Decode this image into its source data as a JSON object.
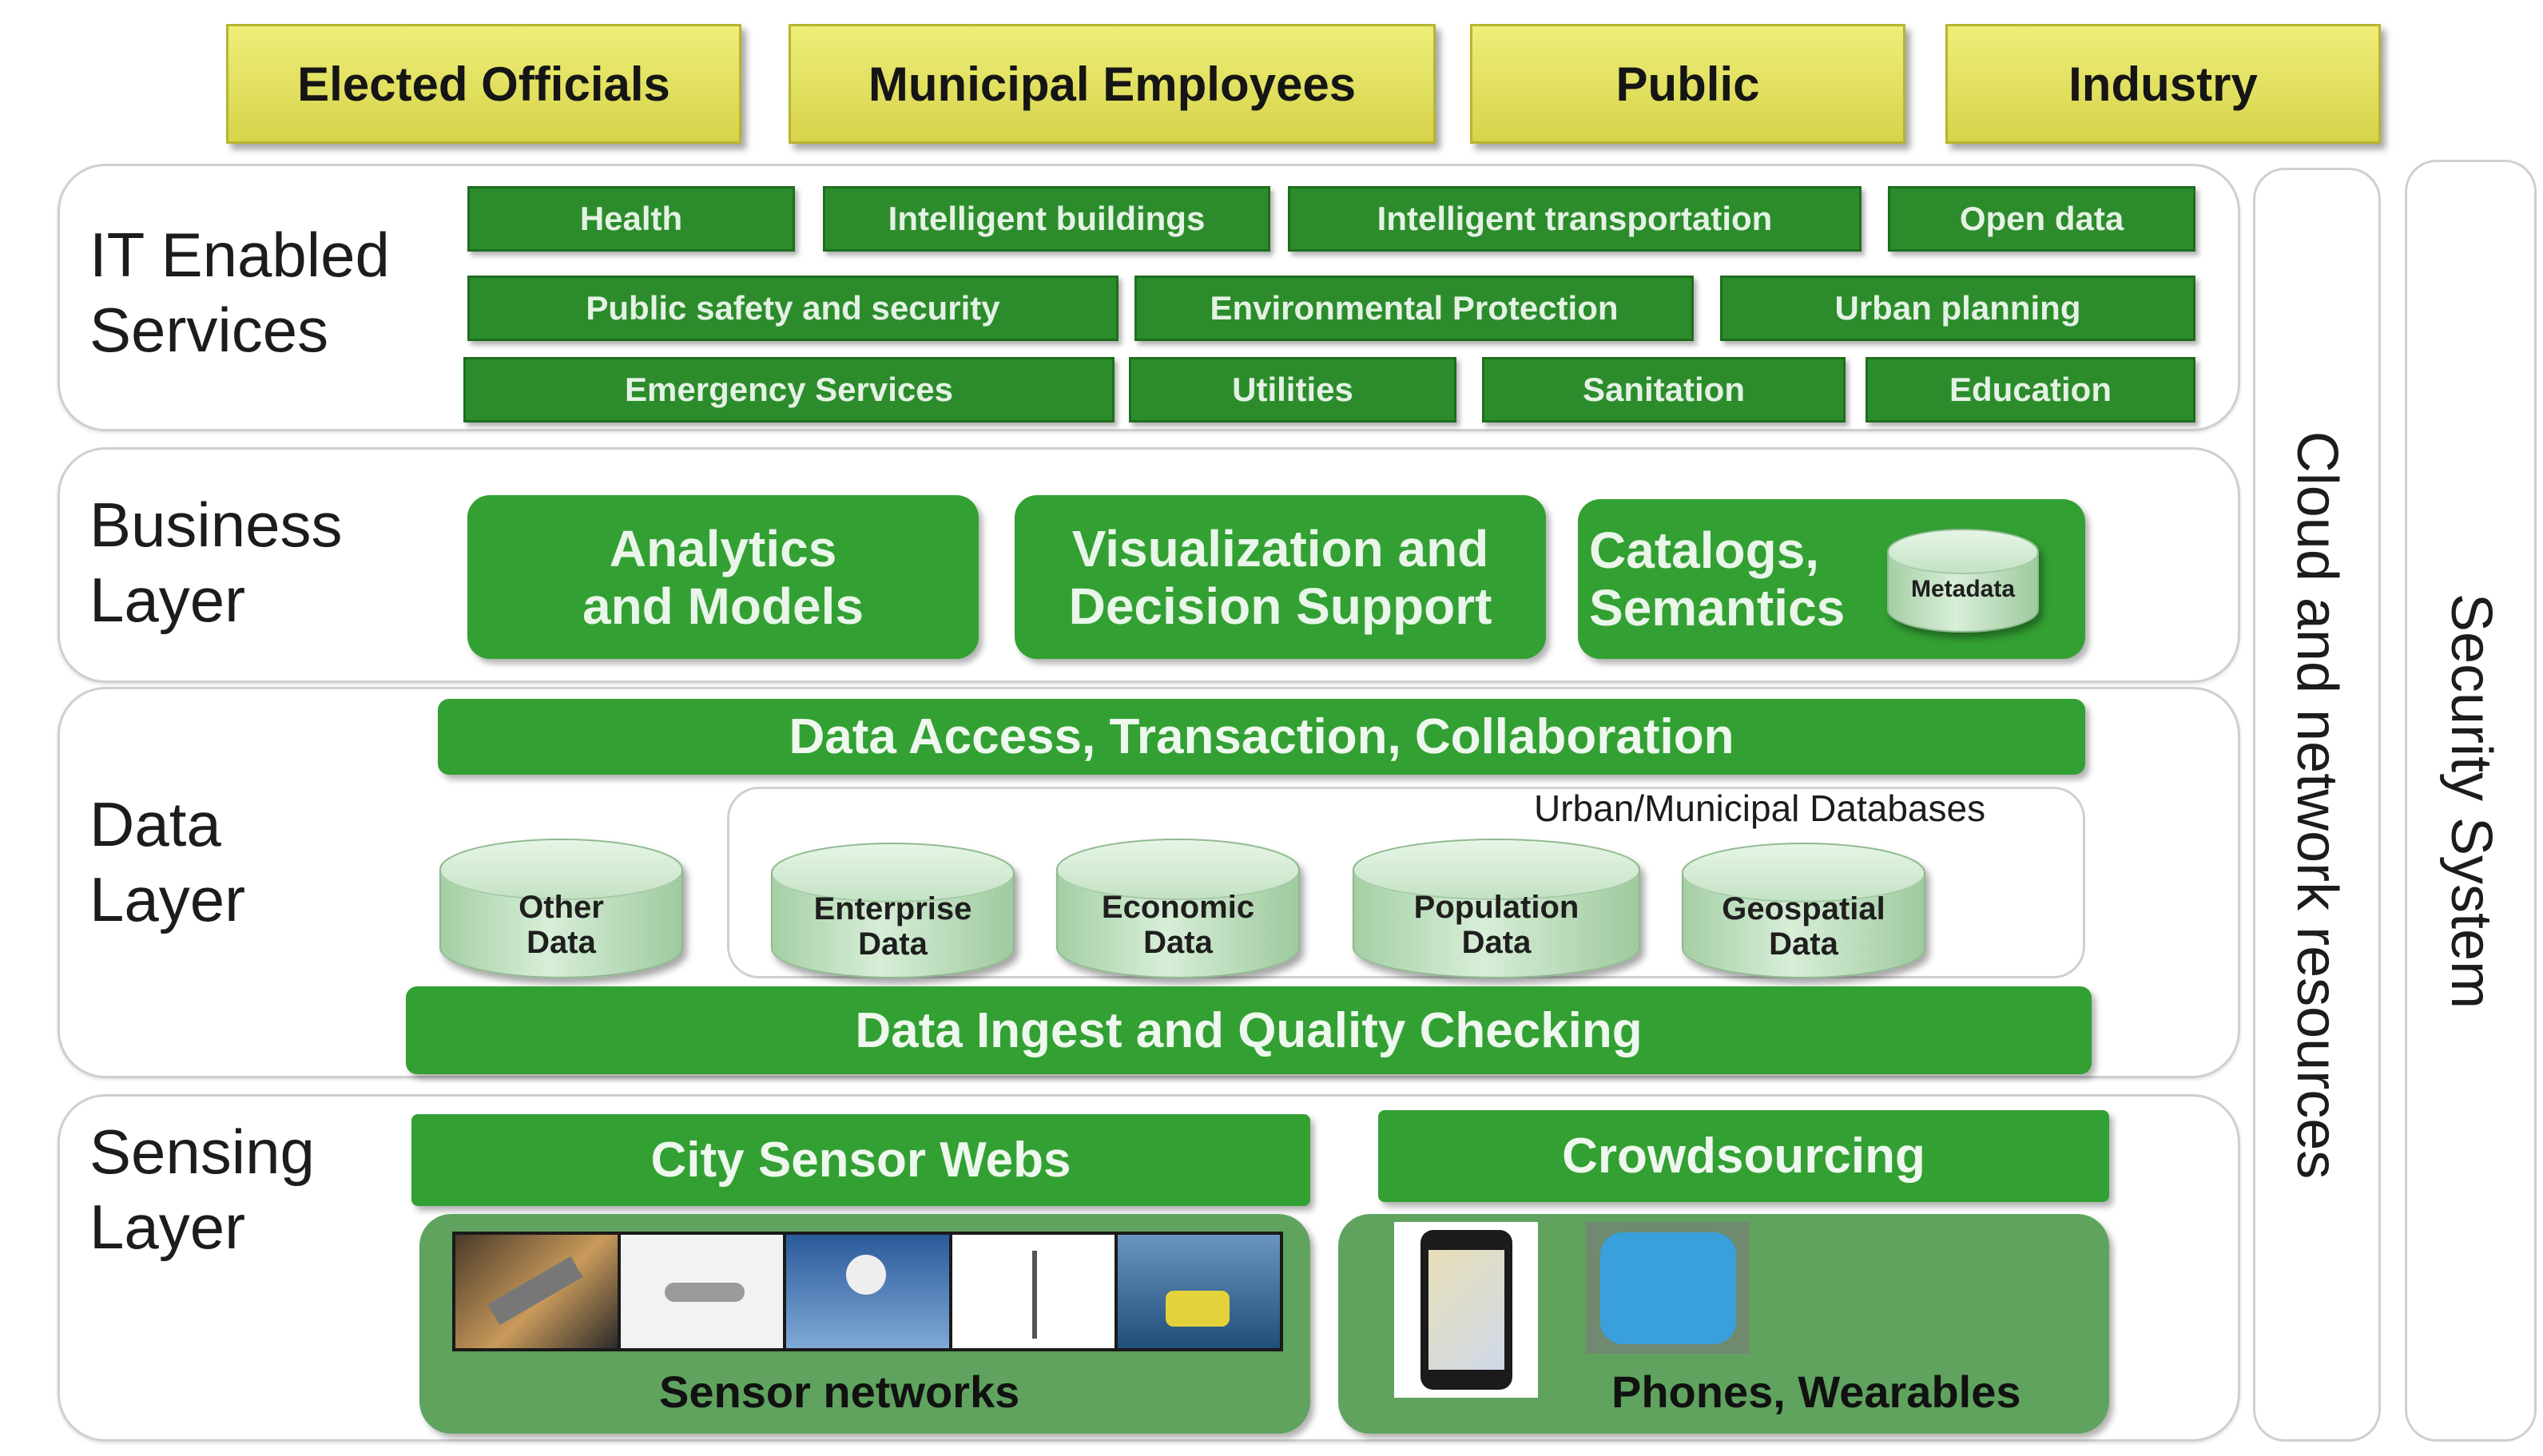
{
  "stakeholders": [
    "Elected Officials",
    "Municipal Employees",
    "Public",
    "Industry"
  ],
  "layers": {
    "it": "IT Enabled\nServices",
    "business": "Business\nLayer",
    "data": "Data\nLayer",
    "sensing": "Sensing\nLayer"
  },
  "services": {
    "row1": [
      "Health",
      "Intelligent buildings",
      "Intelligent transportation",
      "Open data"
    ],
    "row2": [
      "Public safety and security",
      "Environmental Protection",
      "Urban planning"
    ],
    "row3": [
      "Emergency Services",
      "Utilities",
      "Sanitation",
      "Education"
    ]
  },
  "business": {
    "analytics": "Analytics\nand Models",
    "visualization": "Visualization and\nDecision Support",
    "catalogs": "Catalogs,\nSemantics",
    "metadata": "Metadata"
  },
  "data": {
    "access": "Data Access, Transaction, Collaboration",
    "urban_label": "Urban/Municipal Databases",
    "other": "Other\nData",
    "enterprise": "Enterprise\nData",
    "economic": "Economic\nData",
    "population": "Population\nData",
    "geospatial": "Geospatial\nData",
    "ingest": "Data Ingest and Quality Checking"
  },
  "sensing": {
    "sensor_webs": "City Sensor Webs",
    "crowdsourcing": "Crowdsourcing",
    "sensor_networks": "Sensor networks",
    "phones": "Phones, Wearables"
  },
  "side": {
    "cloud": "Cloud and network resources",
    "security": "Security System"
  },
  "colors": {
    "stakeholder": "#e4e266",
    "green_dark": "#2c8c2c",
    "green": "#33a033",
    "panel_green": "#5fa35f"
  }
}
